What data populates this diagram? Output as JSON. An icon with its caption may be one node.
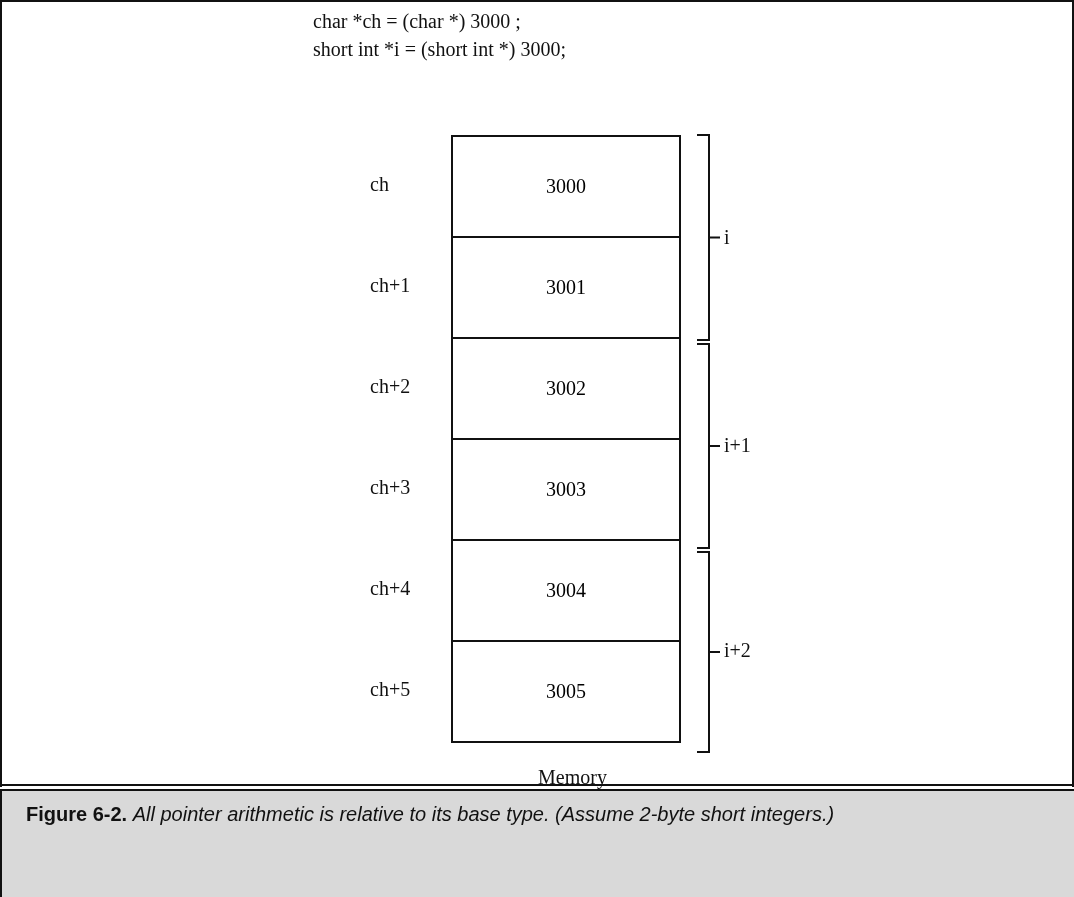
{
  "diagram": {
    "caption": "**Figure 6-2.** *All pointer arithmetic is relative to its base type. (Assume 2-byte short integers.)*",
    "nodes": [
      {
        "text": [
          "3000"
        ],
        "beside": [
          "ch"
        ]
      },
      {
        "text": [
          "3001"
        ],
        "beside": [
          "ch+1"
        ]
      },
      {
        "text": [
          "3002"
        ],
        "beside": [
          "ch+2"
        ]
      },
      {
        "text": [
          "3003"
        ],
        "beside": [
          "ch+3"
        ]
      },
      {
        "text": [
          "3004"
        ],
        "beside": [
          "ch+4"
        ]
      },
      {
        "text": [
          "3005"
        ],
        "beside": [
          "ch+5"
        ]
      }
    ],
    "edges": [],
    "labels": [
      "char  *ch = (char *) 3000 ;",
      "short int *i = (short int *) 3000;",
      "i",
      "i+1",
      "i+2",
      "Memory"
    ]
  }
}
